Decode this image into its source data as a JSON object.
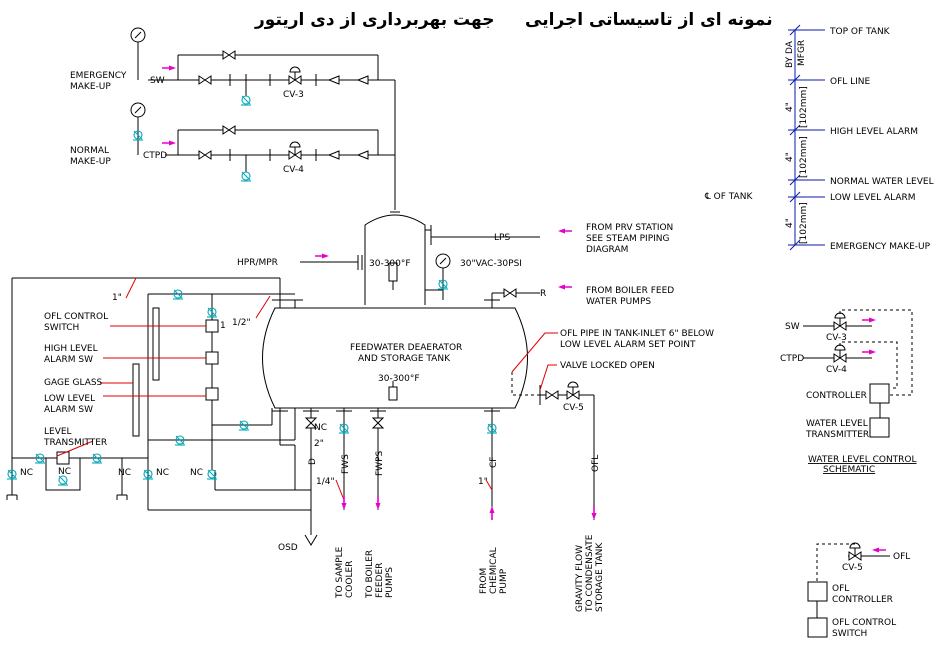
{
  "title": {
    "left": "جهت بهربرداری از دی اریتور",
    "right": "نمونه ای از تاسیساتی اجرایی"
  },
  "labels": {
    "emergency_makeup": [
      "EMERGENCY",
      "MAKE-UP"
    ],
    "normal_makeup": [
      "NORMAL",
      "MAKE-UP"
    ],
    "sw": "SW",
    "ctpd": "CTPD",
    "cv3": "CV-3",
    "cv4": "CV-4",
    "cv5": "CV-5",
    "hpr_mpr": "HPR/MPR",
    "temp_top": "30-300°F",
    "pressure_gauge": "30\"VAC-30PSI",
    "lps": "LPS",
    "from_prv": [
      "FROM PRV STATION",
      "SEE STEAM PIPING",
      "DIAGRAM"
    ],
    "r": "R",
    "from_boiler_feed": [
      "FROM BOILER FEED",
      "WATER PUMPS"
    ],
    "tank_name": [
      "FEEDWATER DEAERATOR",
      "AND STORAGE TANK"
    ],
    "temp_tank": "30-300°F",
    "ofl_pipe_note": [
      "OFL PIPE IN TANK-INLET 6\" BELOW",
      "LOW LEVEL ALARM SET POINT"
    ],
    "valve_locked": "VALVE LOCKED OPEN",
    "ofl_control_switch": [
      "OFL CONTROL",
      "SWITCH"
    ],
    "high_level_alarm_sw": [
      "HIGH LEVEL",
      "ALARM SW"
    ],
    "gage_glass": "GAGE GLASS",
    "low_level_alarm_sw": [
      "LOW LEVEL",
      "ALARM SW"
    ],
    "level_transmitter": [
      "LEVEL",
      "TRANSMITTER"
    ],
    "nc": "NC",
    "one_inch": "1\"",
    "half_inch": "1/2\"",
    "quarter_inch": "1/4\"",
    "two_inch": "2\"",
    "d": "D",
    "fws": "FWS",
    "fwps": "FWPS",
    "cf": "CF",
    "ofl": "OFL",
    "osd": "OSD",
    "to_sample_cooler": [
      "TO SAMPLE",
      "COOLER"
    ],
    "to_boiler_feeder": [
      "TO BOILER",
      "FEEDER",
      "PUMPS"
    ],
    "from_chemical": [
      "FROM",
      "CHEMICAL",
      "PUMP"
    ],
    "gravity_flow": [
      "GRAVITY FLOW",
      "TO CONDENSATE",
      "STORAGE TANK"
    ]
  },
  "levels": {
    "top_of_tank": "TOP OF TANK",
    "ofl_line": "OFL LINE",
    "high_level_alarm": "HIGH LEVEL ALARM",
    "normal_water_level": "NORMAL WATER LEVEL",
    "low_level_alarm": "LOW LEVEL ALARM",
    "emergency_makeup": "EMERGENCY MAKE-UP",
    "by_da_mfgr": [
      "BY DA",
      "MFGR"
    ],
    "dim": "4\"",
    "dim_mm": "[102mm]",
    "cl_tank": "℄ OF TANK"
  },
  "schematic": {
    "sw": "SW",
    "ctpd": "CTPD",
    "cv3": "CV-3",
    "cv4": "CV-4",
    "controller": "CONTROLLER",
    "water_level_transmitter": [
      "WATER LEVEL",
      "TRANSMITTER"
    ],
    "title": [
      "WATER LEVEL CONTROL",
      "SCHEMATIC"
    ],
    "cv5": "CV-5",
    "ofl": "OFL",
    "ofl_controller": [
      "OFL",
      "CONTROLLER"
    ],
    "ofl_control_switch": [
      "OFL CONTROL",
      "SWITCH"
    ]
  }
}
